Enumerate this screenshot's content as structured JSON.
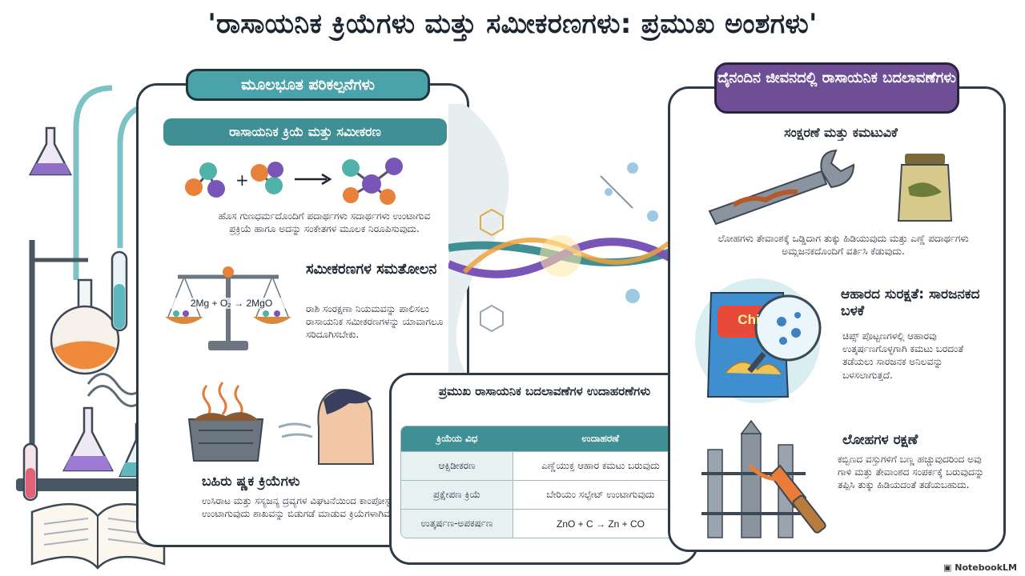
{
  "title": "'ರಾಸಾಯನಿಕ ಕ್ರಿಯೆಗಳು ಮತ್ತು ಸಮೀಕರಣಗಳು: ಪ್ರಮುಖ ಅಂಶಗಳು'",
  "left_panel": {
    "header": "ಮೂಲಭೂತ ಪರಿಕಲ್ಪನೆಗಳು",
    "sub_header": "ರಾಸಾಯನಿಕ ಕ್ರಿಯೆ ಮತ್ತು ಸಮೀಕರಣ",
    "reaction_plus": "+",
    "reaction_text": "ಹೊಸ ಗುಣಧರ್ಮದೊಂದಿಗೆ ಪದಾರ್ಥಗಳು ಸದಾರ್ಥಗಳು ಉಂಟಾಗುವ ಪ್ರಕ್ರಿಯೆ ಹಾಗೂ ಅದನ್ನು ಸಂಕೇತಗಳ ಮೂಲಕ ನಿರೂಪಿಸುವುದು.",
    "balance_equation": "2Mg + O₂ → 2MgO",
    "balance_title": "ಸಮೀಕರಣಗಳ ಸಮತೋಲನ",
    "balance_text": "ರಾಶಿ ಸಂರಕ್ಷಣಾ ನಿಯಮವನ್ನು ಪಾಲಿಸಲು ರಾಸಾಯನಿಕ ಸಮೀಕರಣಗಳನ್ನು ಯಾವಾಗಲೂ ಸರಿದೂಗಿಸಬೇಕು.",
    "exo_title": "ಬಹಿರು ಷ್ಣಕ ಕ್ರಿಯೆಗಳು",
    "exo_text": "ಉಸಿರಾಟ ಮತ್ತು ಸಸ್ಯಜನ್ಯ ದ್ರವ್ಯಗಳ ವಿಘಟನೆಯಿಂದ ಕಾಂಪೋಸ್ಟ್ ಉಂಟಾಗುವುದು ಶಾಖವನ್ನು ಬಿಡುಗಡೆ ಮಾಡುವ ಕ್ರಿಯೆಗಳಾಗಿವೆ."
  },
  "center": {
    "title": "ಪ್ರಮುಖ ರಾಸಾಯನಿಕ ಬದಲಾವಣೆಗಳ ಉದಾಹರಣೆಗಳು",
    "headers": [
      "ಕ್ರಿಯೆಯ ವಿಧ",
      "ಉದಾಹರಣೆ"
    ],
    "rows": [
      [
        "ಆಕ್ಸಿಡೀಕರಣ",
        "ಎಣ್ಣೆಯುಕ್ತ ಆಹಾರ ಕಮಟು ಬರುವುದು"
      ],
      [
        "ಪ್ರಕ್ಷೇಪಣ ಕ್ರಿಯೆ",
        "ಬೇರಿಯಂ ಸಲ್ಫೇಟ್ ಉಂಟಾಗುವುದು"
      ],
      [
        "ಉತ್ಕರ್ಷಣ-ಅಪಕರ್ಷಣ",
        "ZnO + C → Zn + CO"
      ]
    ]
  },
  "right_panel": {
    "header": "ದೈನಂದಿನ ಜೀವನದಲ್ಲಿ ರಾಸಾಯನಿಕ ಬದಲಾವಣೆಗಳು",
    "corrosion_title": "ಸಂಕ್ಷರಣೆ ಮತ್ತು ಕಮಟುವಿಕೆ",
    "corrosion_text": "ಲೋಹಗಳು ತೇವಾಂಶಕ್ಕೆ ಒಡ್ಡಿದಾಗ ತುಕ್ಕು ಹಿಡಿಯುವುದು ಮತ್ತು ಎಣ್ಣೆ ಪದಾರ್ಥಗಳು ಅಮ್ಲಜನಕದೊಂದಿಗೆ ವರ್ತಿಸಿ ಕೆಡುವುದು.",
    "chips_label": "Chi",
    "food_title": "ಆಹಾರದ ಸುರಕ್ಷತೆ: ಸಾರಜನಕದ ಬಳಕೆ",
    "food_text": "ಚಿಪ್ಸ್ ಪೊಟ್ಟಣಗಳಲ್ಲಿ ಆಹಾರವು ಉತ್ಕರ್ಷಣಗೊಳ್ಳಗಾಗಿ ಕಮಟು ಬರದಂತೆ ತಡೆಯಲು ಸಾರಜನಕ ಅನಿಲವನ್ನು ಬಳಸಲಾಗುತ್ತದೆ.",
    "metal_title": "ಲೋಹಗಳ ರಕ್ಷಣೆ",
    "metal_text": "ಕಬ್ಬಿಣದ ವಸ್ತುಗಳಿಗೆ ಬಣ್ಣ ಹಚ್ಚುವುದರಿಂದ ಅವು ಗಾಳಿ ಮತ್ತು ತೇವಾಂಶದ ಸಂಪರ್ಕಕ್ಕೆ ಬರುವುದನ್ನು ತಪ್ಪಿಸಿ ತುಕ್ಕು ಹಿಡಿಯದಂತೆ ತಡೆಯಬಹುದು."
  },
  "watermark": "NotebookLM",
  "colors": {
    "teal": "#4aa3a8",
    "purple": "#6e4f96",
    "ink": "#2f3b46"
  }
}
